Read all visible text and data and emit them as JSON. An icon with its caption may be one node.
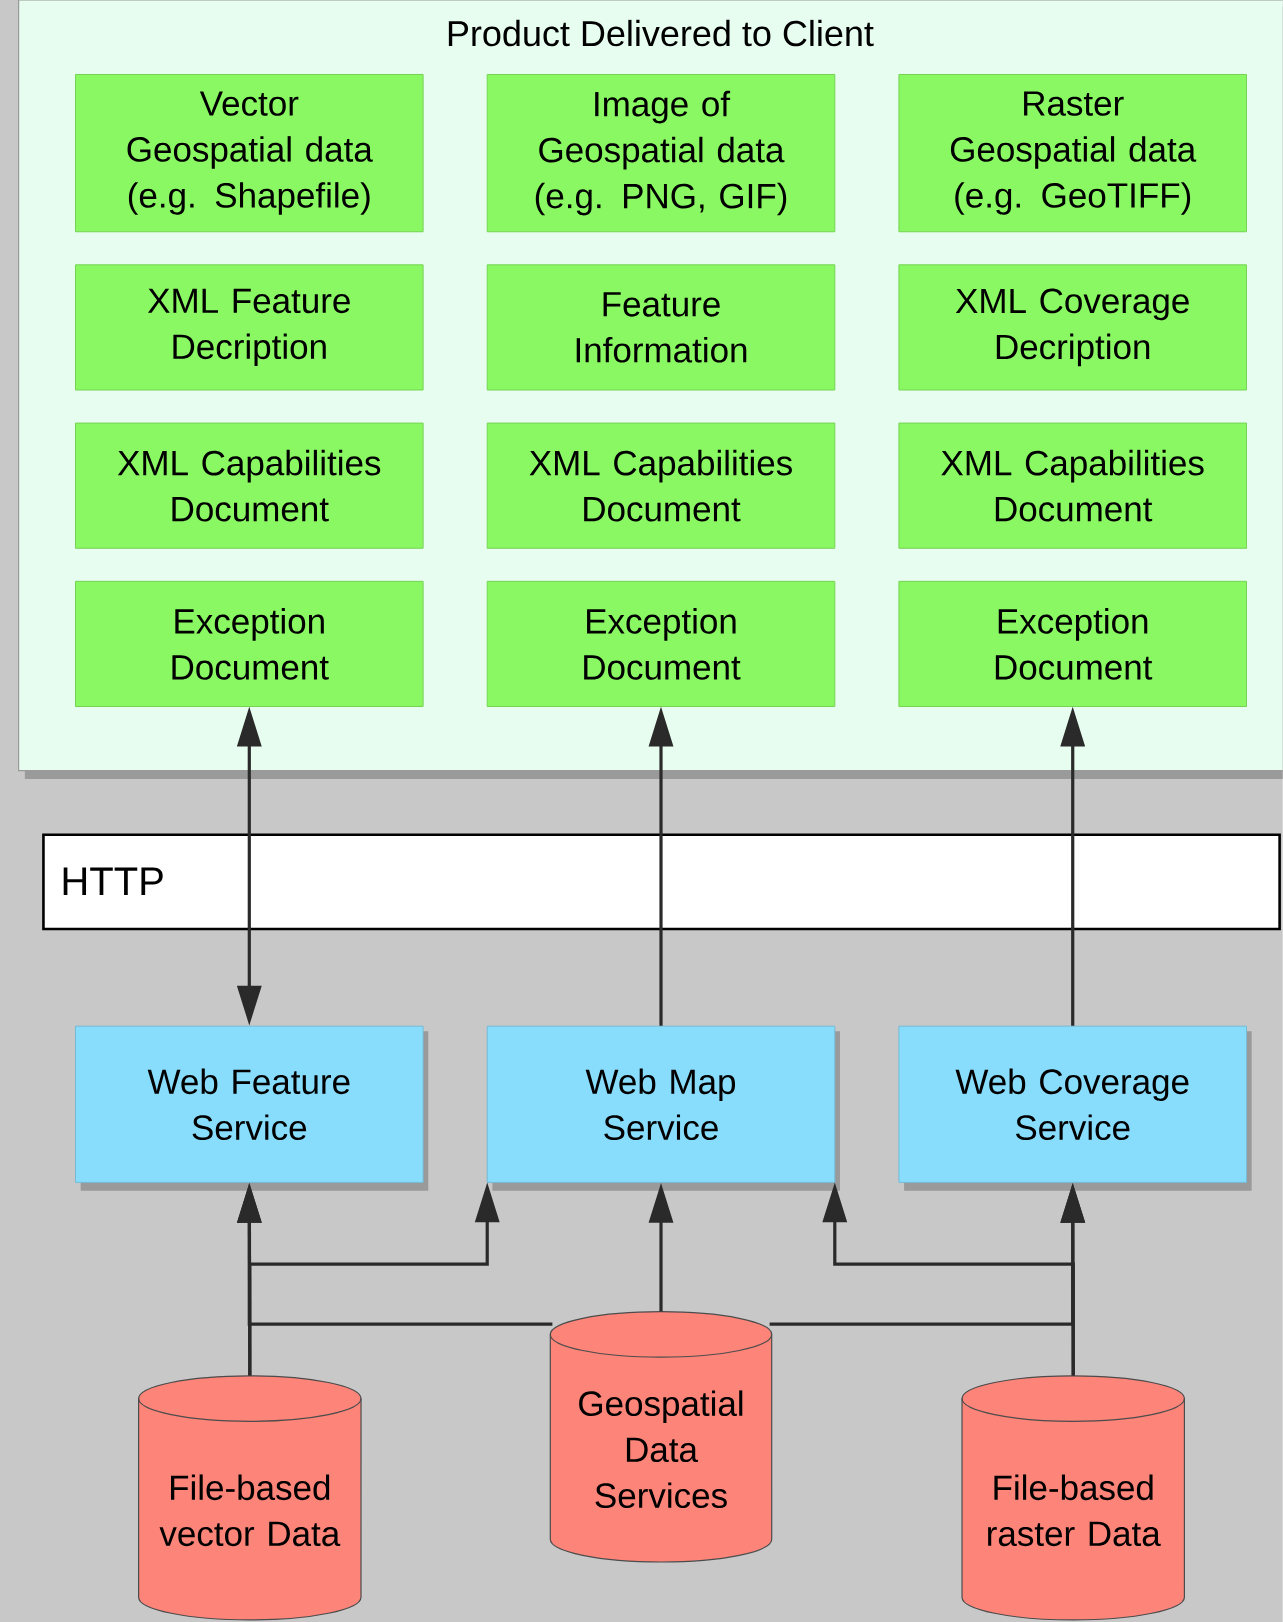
{
  "diagram": {
    "nodes": [
      {
        "text": [
          "Product Delivered to Client"
        ]
      },
      {
        "text": [
          "Vector Geospatial data (e.g. Shapefile)"
        ],
        "in": 0
      },
      {
        "text": [
          "Image of Geospatial data (e.g. PNG, GIF)"
        ],
        "in": 0
      },
      {
        "text": [
          "Raster Geospatial data (e.g. GeoTIFF)"
        ],
        "in": 0
      },
      {
        "text": [
          "XML Feature Decription"
        ],
        "in": 0
      },
      {
        "text": [
          "Feature Information"
        ],
        "in": 0
      },
      {
        "text": [
          "XML Coverage Decription"
        ],
        "in": 0
      },
      {
        "text": [
          "XML Capabilities Document"
        ],
        "in": 0
      },
      {
        "text": [
          "XML Capabilities Document"
        ],
        "in": 0
      },
      {
        "text": [
          "XML Capabilities Document"
        ],
        "in": 0
      },
      {
        "text": [
          "Exception Document"
        ],
        "in": 0
      },
      {
        "text": [
          "Exception Document"
        ],
        "in": 0
      },
      {
        "text": [
          "Exception Document"
        ],
        "in": 0
      },
      {
        "text": [
          "Web Feature Service"
        ]
      },
      {
        "text": [
          "Web Map Service"
        ]
      },
      {
        "text": [
          "Web Coverage Service"
        ]
      },
      {
        "text": [
          "File-based vector Data"
        ]
      },
      {
        "text": [
          "Geospatial Data Services"
        ]
      },
      {
        "text": [
          "File-based raster Data"
        ]
      }
    ],
    "edges": [
      {
        "from": 13,
        "to": 10,
        "arrow": "both"
      },
      {
        "from": 14,
        "to": 11,
        "arrow": "to"
      },
      {
        "from": 15,
        "to": 12,
        "arrow": "to"
      },
      {
        "from": 16,
        "to": 13,
        "arrow": "to"
      },
      {
        "from": 16,
        "to": 14,
        "arrow": "to"
      },
      {
        "from": 17,
        "to": 14,
        "arrow": "to"
      },
      {
        "from": 17,
        "to": 13,
        "arrow": "to"
      },
      {
        "from": 17,
        "to": 15,
        "arrow": "to"
      },
      {
        "from": 18,
        "to": 15,
        "arrow": "to"
      },
      {
        "from": 18,
        "to": 14,
        "arrow": "to"
      }
    ],
    "labels": [
      "HTTP"
    ]
  }
}
